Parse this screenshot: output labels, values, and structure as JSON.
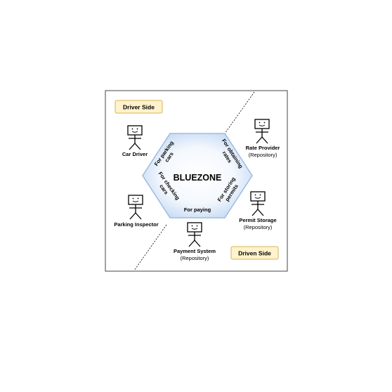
{
  "core": {
    "title": "BLUEZONE"
  },
  "ports": {
    "parking": [
      "For parking",
      "cars"
    ],
    "obtaining": [
      "For obtaining",
      "rates"
    ],
    "checking": [
      "For checking",
      "cars"
    ],
    "storing": [
      "For storing",
      "permits"
    ],
    "paying": "For paying"
  },
  "sides": {
    "driver": "Driver Side",
    "driven": "Driven Side"
  },
  "actors": {
    "car_driver": {
      "name": "Car Driver"
    },
    "parking_inspector": {
      "name": "Parking Inspector"
    },
    "payment_system": {
      "name": "Payment System",
      "role": "(Repository)"
    },
    "rate_provider": {
      "name": "Rate Provider",
      "role": "(Repository)"
    },
    "permit_storage": {
      "name": "Permit Storage",
      "role": "(Repository)"
    }
  },
  "colors": {
    "hex_fill_inner": "#ffffff",
    "hex_fill_outer": "#bfd6f2",
    "hex_stroke": "#9bbbe3",
    "side_box_fill": "#fff2cc",
    "side_box_stroke": "#d6b656"
  },
  "icons": [
    "stick-figure-icon"
  ]
}
